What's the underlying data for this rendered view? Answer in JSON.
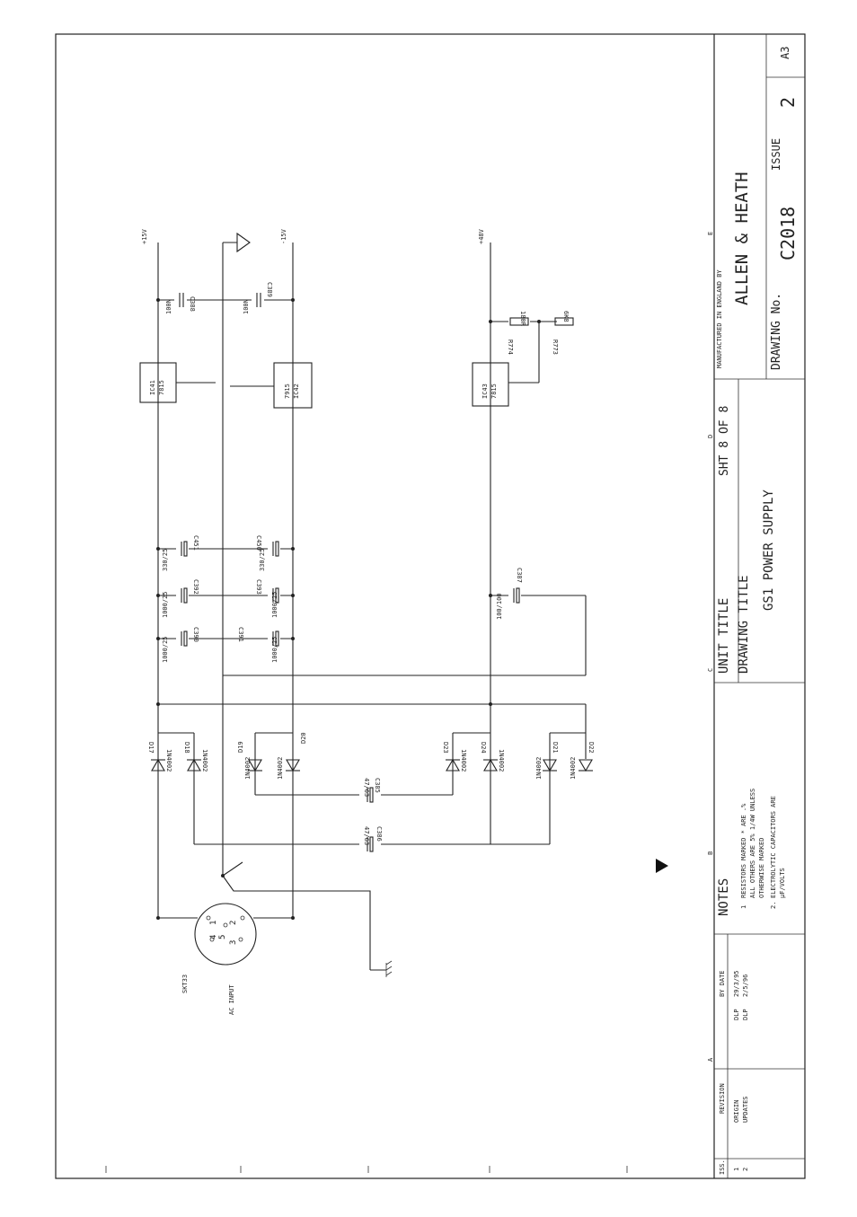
{
  "title_block": {
    "manufactured_label": "MANUFACTURED IN ENGLAND BY",
    "company": "ALLEN & HEATH",
    "drawing_no_label": "DRAWING No.",
    "drawing_no": "C2018",
    "issue_label": "ISSUE",
    "issue": "2",
    "size": "A3",
    "unit_title_label": "UNIT TITLE",
    "sheet": "SHT 8 OF 8",
    "drawing_title_label": "DRAWING TITLE",
    "drawing_title": "GS1 POWER SUPPLY"
  },
  "notes": {
    "heading": "NOTES",
    "n1_num": "1",
    "n1_l1": "RESISTORS MARKED * ARE .%",
    "n1_l2": "ALL OTHERS ARE 5% 1/4W UNLESS",
    "n1_l3": "OTHERWISE MARKED",
    "n2_num": "2.",
    "n2_l1": "ELECTROLYTIC CAPACITORS ARE",
    "n2_l2": "μF/VOLTS"
  },
  "revisions": {
    "iss_header": "ISS.",
    "rev_header": "REVISION",
    "by_date_header": "BY  DATE",
    "rows": [
      {
        "iss": "1",
        "rev": "ORIGIN",
        "by": "DLP",
        "date": "29/3/95"
      },
      {
        "iss": "2",
        "rev": "UPDATES",
        "by": "DLP",
        "date": "2/5/96"
      }
    ]
  },
  "grid_letters": {
    "a": "A",
    "b": "B",
    "c": "C",
    "d": "D",
    "e": "E"
  },
  "schematic": {
    "rails": {
      "p15": "+15V",
      "m15": "-15V",
      "p48": "+48V"
    },
    "regulators": [
      {
        "ref": "IC41",
        "part": "7815"
      },
      {
        "ref": "IC42",
        "part": "7915"
      },
      {
        "ref": "IC43",
        "part": "7815"
      }
    ],
    "caps": {
      "c388": "C388",
      "c388_v": "100N",
      "c389": "C389",
      "c389_v": "100N",
      "c451": "C451",
      "c451_v": "330/25",
      "c450": "C450",
      "c450_v": "330/25",
      "c392": "C392",
      "c392_v": "1000/25",
      "c393": "C393",
      "c393_v": "1000/25",
      "c390": "C390",
      "c390_v": "1000/25",
      "c391": "C391",
      "c391_v": "1000/25",
      "c387": "C387",
      "c387_v": "100/100",
      "c385": "C385",
      "c385_v": "47/63",
      "c386": "C386",
      "c386_v": "47/63"
    },
    "resistors": {
      "r774": "R774",
      "r774_v": "180R",
      "r773": "R773",
      "r773_v": "6K8"
    },
    "diodes": {
      "d17": "D17",
      "d18": "D18",
      "d19": "D19",
      "d20": "D20",
      "d21": "D21",
      "d22": "D22",
      "d23": "D23",
      "d24": "D24",
      "type": "1N4002"
    },
    "socket": {
      "ref": "SKT33",
      "name": "AC INPUT",
      "p1": "1",
      "p2": "2",
      "p3": "3",
      "p4": "4",
      "p5": "5"
    }
  }
}
